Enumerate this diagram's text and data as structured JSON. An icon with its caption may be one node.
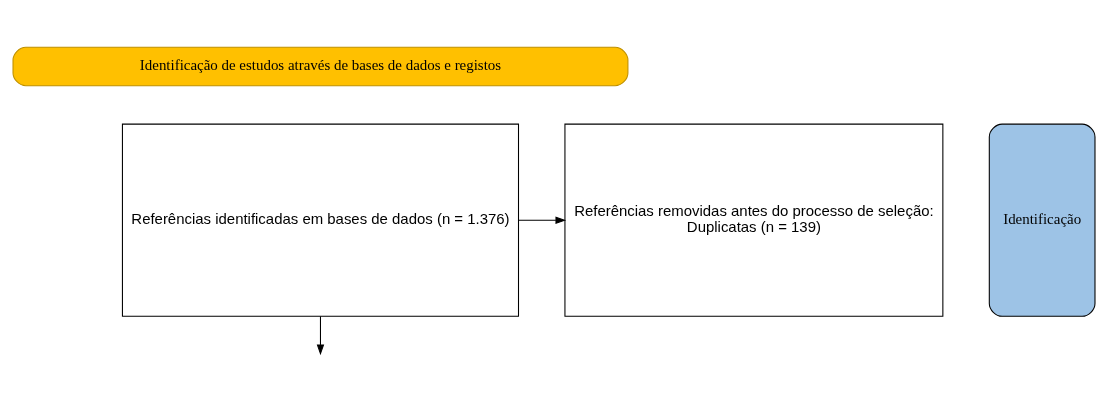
{
  "diagram": {
    "nodes": [
      {
        "text": [
          "Identificação de estudos através de bases de dados e registos"
        ]
      },
      {
        "text": [
          "Identificação"
        ]
      },
      {
        "text": [
          "Referências identificadas em bases de dados (n = 1.376)"
        ]
      },
      {
        "text": [
          "Referências removidas antes do processo de seleção:",
          "Duplicatas (n = 139)"
        ]
      }
    ],
    "edges": [
      {
        "from": 2,
        "to": 3,
        "arrow": "to"
      },
      {
        "from": 2,
        "to": null,
        "arrow": "to"
      }
    ]
  }
}
